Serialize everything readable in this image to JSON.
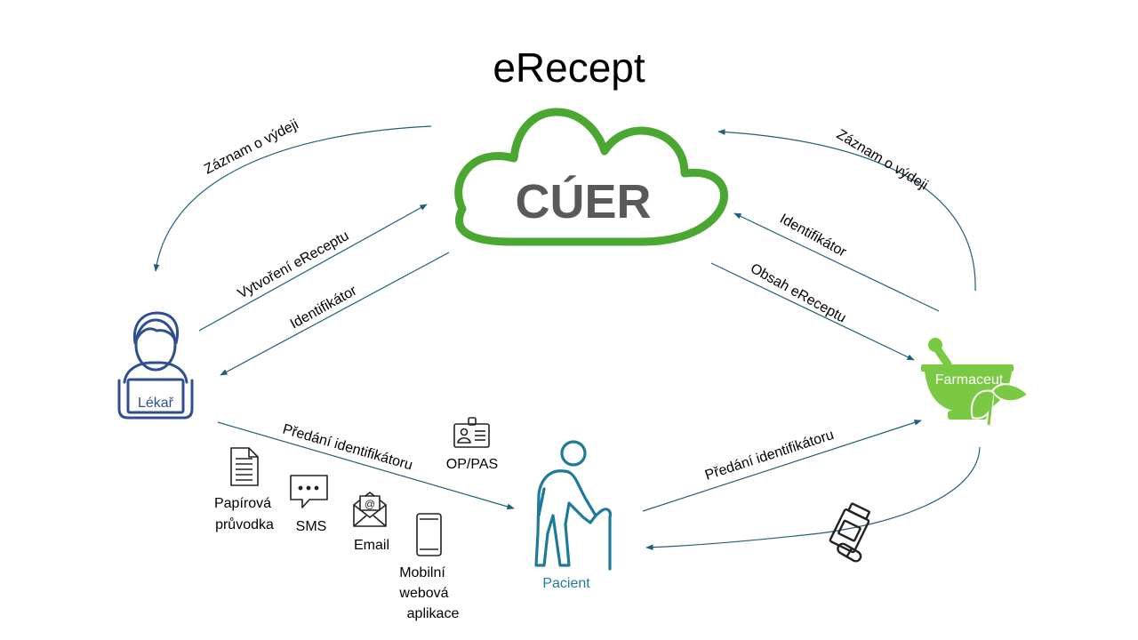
{
  "title": "eRecept",
  "cloud": {
    "label": "CÚER",
    "color": "#4aa832"
  },
  "nodes": {
    "lekar": {
      "label": "Lékař",
      "color": "#2f4f8f"
    },
    "pacient": {
      "label": "Pacient",
      "color": "#1f7a9a"
    },
    "farmaceut": {
      "label": "Farmaceut",
      "color": "#7ac943"
    }
  },
  "edges": {
    "zaznam_left": "Záznam o výdeji",
    "vytvoreni": "Vytvoření eReceptu",
    "identifikator_left": "Identifikátor",
    "zaznam_right": "Záznam o výdeji",
    "identifikator_right": "Identifikátor",
    "obsah": "Obsah eReceptu",
    "predani_left": "Předání identifikátoru",
    "predani_right": "Předání identifikátoru"
  },
  "channels": {
    "paper": [
      "Papírová",
      "průvodka"
    ],
    "sms": "SMS",
    "email": "Email",
    "mobile": [
      "Mobilní",
      "webová",
      "aplikace"
    ],
    "op_pas": "OP/PAS"
  },
  "icons": {
    "cloud": "cloud-icon",
    "lekar": "doctor-laptop-icon",
    "pacient": "elderly-person-icon",
    "farmaceut": "mortar-pestle-icon",
    "paper": "document-icon",
    "sms": "chat-bubble-icon",
    "email": "envelope-icon",
    "mobile": "phone-icon",
    "op_pas": "id-card-icon",
    "medicine": "pill-bottle-icon"
  },
  "arrow_color": "#1f5f7a"
}
